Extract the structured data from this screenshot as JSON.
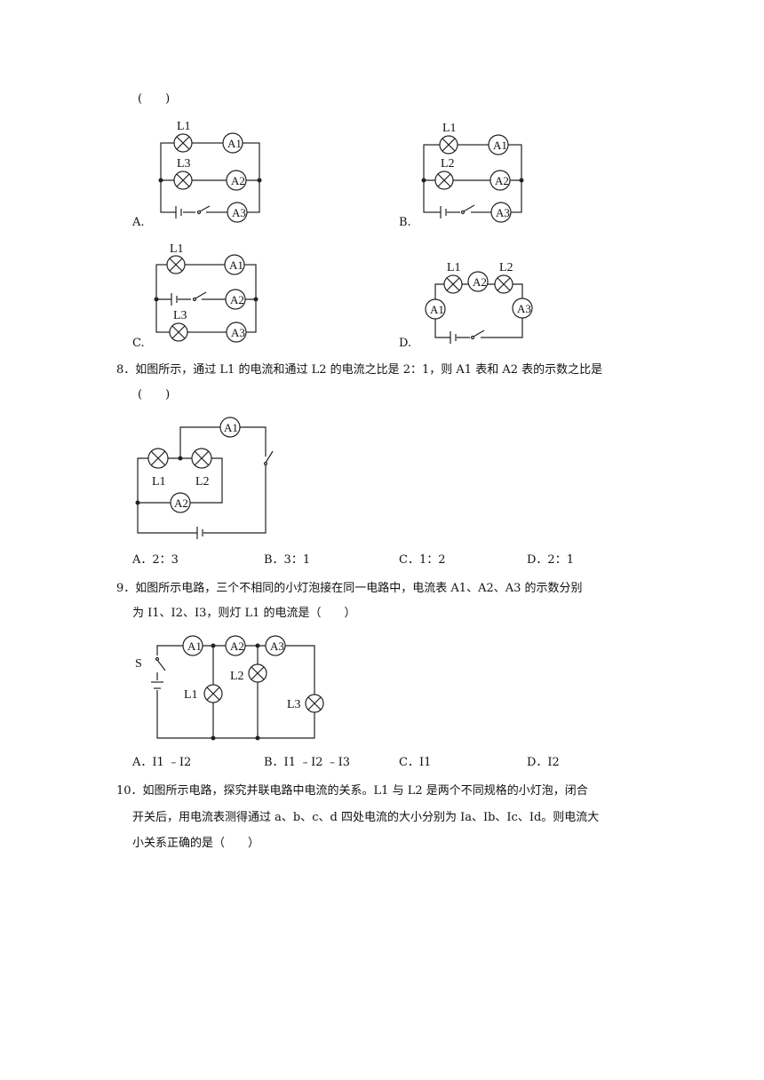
{
  "top_bracket": "(　　)",
  "q7": {
    "options": [
      {
        "letter": "A.",
        "labels": [
          "L1",
          "L3"
        ],
        "meters": [
          "A1",
          "A2",
          "A3"
        ]
      },
      {
        "letter": "B.",
        "labels": [
          "L1",
          "L2"
        ],
        "meters": [
          "A1",
          "A2",
          "A3"
        ]
      },
      {
        "letter": "C.",
        "labels": [
          "L1",
          "L3"
        ],
        "meters": [
          "A1",
          "A2",
          "A3"
        ]
      },
      {
        "letter": "D.",
        "labels": [
          "L1",
          "L2"
        ],
        "meters": [
          "A1",
          "A2",
          "A3"
        ]
      }
    ]
  },
  "q8": {
    "stem": "8．如图所示，通过 L1 的电流和通过 L2 的电流之比是 2：1，则 A1 表和 A2 表的示数之比是",
    "bracket": "(　　)",
    "answers": [
      "A．2：3",
      "B．3：1",
      "C．1：2",
      "D．2：1"
    ]
  },
  "q9": {
    "stem_line1": "9．如图所示电路，三个不相同的小灯泡接在同一电路中，电流表 A1、A2、A3 的示数分别",
    "stem_line2": "为 I1、I2、I3，则灯 L1 的电流是（　　）",
    "answers": [
      "A．I1 ﹣I2",
      "B．I1 ﹣I2 ﹣I3",
      "C．I1",
      "D．I2"
    ],
    "switch_label": "S"
  },
  "q10": {
    "line1": "10．如图所示电路，探究并联电路中电流的关系。L1 与 L2 是两个不同规格的小灯泡，闭合",
    "line2": "开关后，用电流表测得通过 a、b、c、d 四处电流的大小分别为 Ia、Ib、Ic、Id。则电流大",
    "line3": "小关系正确的是（　　）"
  }
}
